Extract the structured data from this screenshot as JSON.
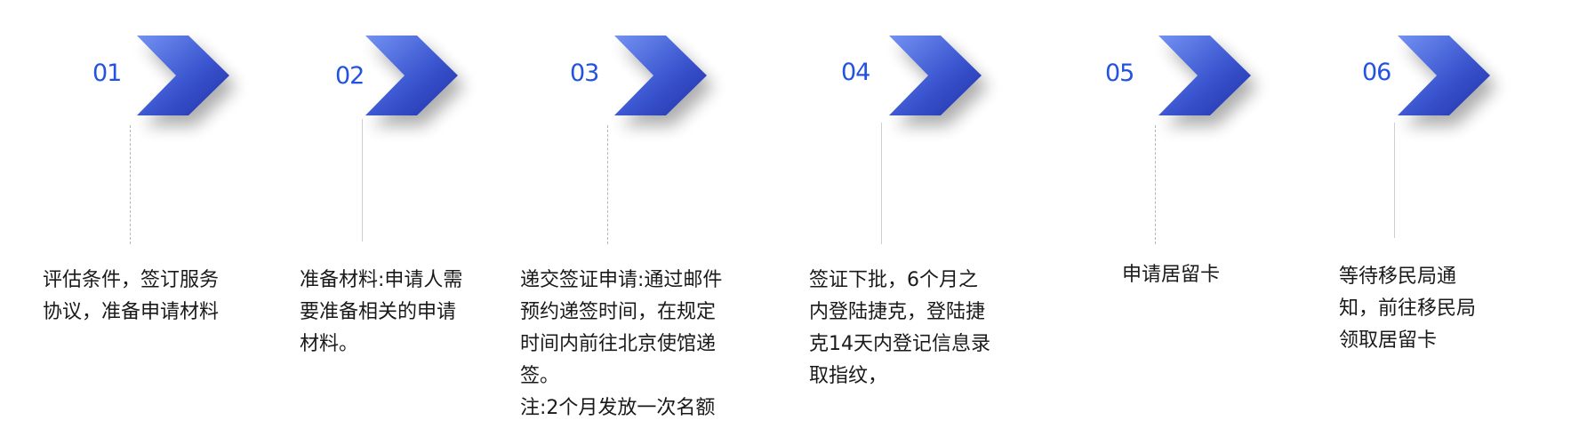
{
  "diagram": {
    "type": "process-flow",
    "colors": {
      "number": "#2352e0",
      "chevron_light": "#6f8ef0",
      "chevron_dark": "#2234ae",
      "text": "#1a1a1a",
      "connector": "#b5b5b5"
    },
    "steps": [
      {
        "number": "01",
        "icon": "chevron-right-icon",
        "lines": [
          "评估条件，签订服务",
          "协议，准备申请材料"
        ]
      },
      {
        "number": "02",
        "icon": "chevron-right-icon",
        "lines": [
          "准备材料:申请人需",
          "要准备相关的申请",
          "材料。"
        ]
      },
      {
        "number": "03",
        "icon": "chevron-right-icon",
        "lines": [
          "递交签证申请:通过邮件",
          "预约递签时间，在规定",
          "时间内前往北京使馆递",
          "签。",
          "注:2个月发放一次名额"
        ]
      },
      {
        "number": "04",
        "icon": "chevron-right-icon",
        "lines": [
          "签证下批，6个月之",
          "内登陆捷克，登陆捷",
          "克14天内登记信息录",
          "取指纹，"
        ]
      },
      {
        "number": "05",
        "icon": "chevron-right-icon",
        "lines": [
          "申请居留卡"
        ]
      },
      {
        "number": "06",
        "icon": "chevron-right-icon",
        "lines": [
          "等待移民局通",
          "知，前往移民局",
          "领取居留卡"
        ]
      }
    ]
  }
}
